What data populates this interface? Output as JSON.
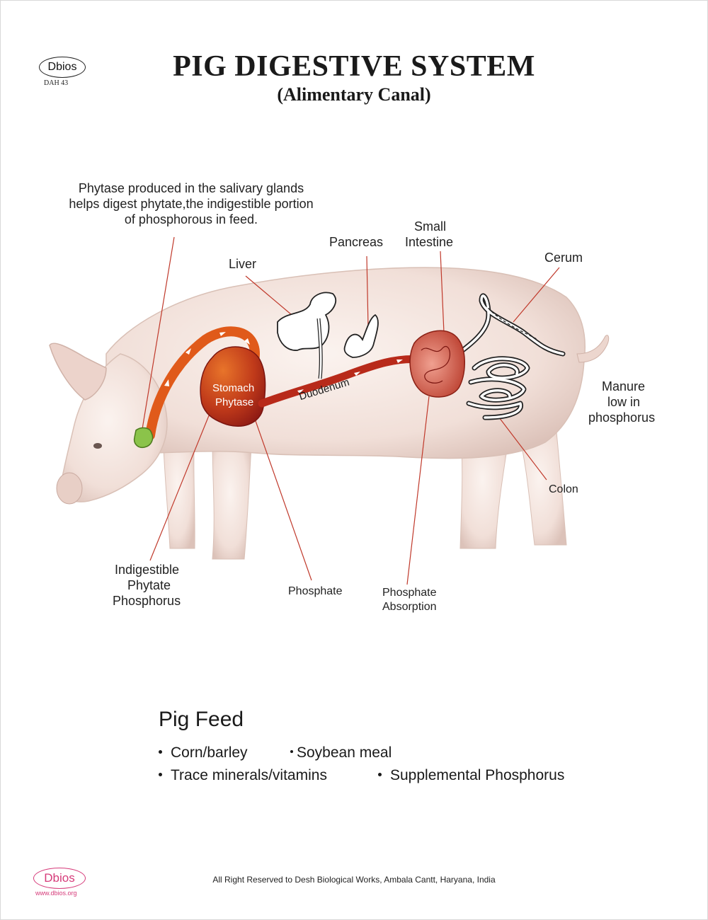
{
  "header": {
    "logo": "Dbios",
    "code": "DAH 43",
    "title": "PIG DIGESTIVE SYSTEM",
    "subtitle": "(Alimentary Canal)"
  },
  "note": {
    "line1": "Phytase produced in the salivary glands",
    "line2": "helps digest phytate,the indigestible portion",
    "line3": "of phosphorous in feed."
  },
  "labels": {
    "liver": "Liver",
    "pancreas": "Pancreas",
    "small_intestine_1": "Small",
    "small_intestine_2": "Intestine",
    "cerum": "Cerum",
    "manure_1": "Manure",
    "manure_2": "low in",
    "manure_3": "phosphorus",
    "colon": "Colon",
    "indigestible_1": "Indigestible",
    "indigestible_2": "Phytate",
    "indigestible_3": "Phosphorus",
    "phosphate": "Phosphate",
    "absorption_1": "Phosphate",
    "absorption_2": "Absorption",
    "stomach": "Stomach",
    "phytase": "Phytase",
    "duodenum": "Duodenum"
  },
  "feed": {
    "title": "Pig Feed",
    "items": [
      "Corn/barley",
      "Soybean meal",
      "Trace minerals/vitamins",
      "Supplemental Phosphorus"
    ]
  },
  "footer": {
    "logo": "Dbios",
    "url": "www.dbios.org",
    "copyright": "All Right Reserved to Desh Biological Works, Ambala Cantt, Haryana, India"
  },
  "colors": {
    "leader": "#c0392b",
    "tract": "#c0392b",
    "esophagus": "#e05a1a",
    "gland": "#8bc34a",
    "brand": "#d63b7a"
  }
}
